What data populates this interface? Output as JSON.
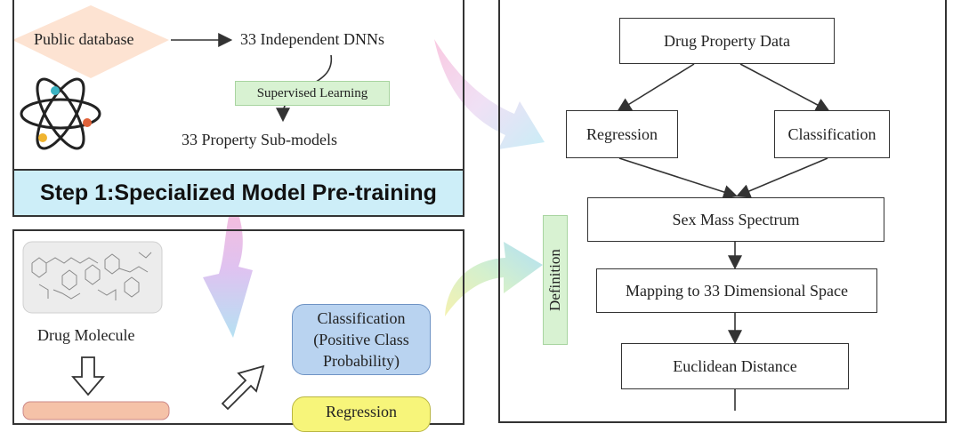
{
  "step1": {
    "public_database": "Public database",
    "independent_dnns": "33 Independent DNNs",
    "supervised_learning": "Supervised Learning",
    "property_submodels": "33  Property Sub-models",
    "step_title": "Step 1:Specialized Model Pre-training"
  },
  "step2": {
    "drug_molecule": "Drug Molecule",
    "classification": "Classification (Positive Class Probability)",
    "regression": "Regression"
  },
  "definition_label": "Definition",
  "flowchart": {
    "drug_property_data": "Drug Property Data",
    "regression": "Regression",
    "classification": "Classification",
    "sex_mass_spectrum": "Sex Mass Spectrum",
    "mapping": "Mapping to 33 Dimensional Space",
    "euclidean_distance": "Euclidean Distance"
  },
  "colors": {
    "step_bar": "#cdeef8",
    "supervised_green": "#d8f2d2",
    "classification_blue": "#b9d3f0",
    "regression_yellow": "#f7f57a",
    "public_db_diamond": "#fde3d2"
  },
  "icons": [
    "atom-icon",
    "molecule-image",
    "hollow-down-arrow-icon",
    "hollow-diagonal-arrow-icon",
    "gradient-curved-arrow"
  ]
}
